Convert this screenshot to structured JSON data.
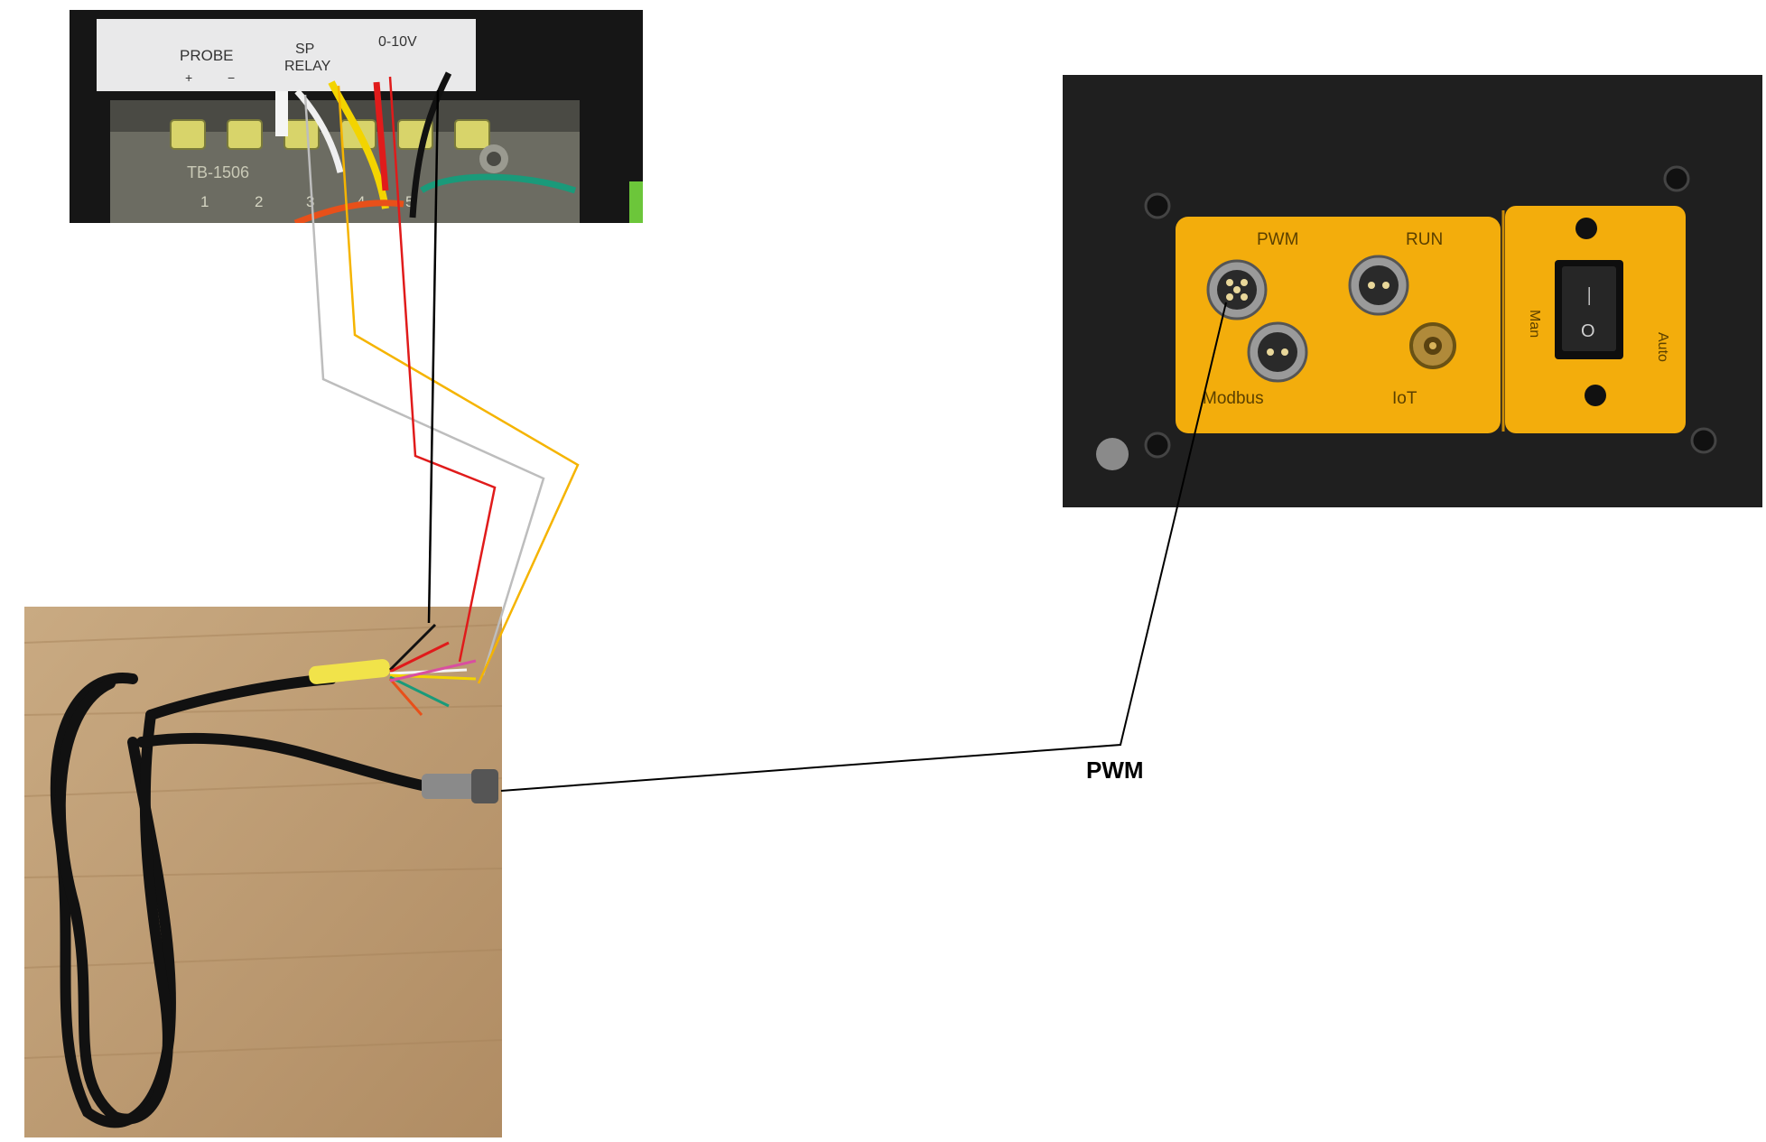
{
  "terminal": {
    "labels": {
      "probe": "PROBE",
      "plus": "+",
      "minus": "−",
      "sp": "SP",
      "relay": "RELAY",
      "volt": "0-10V",
      "model": "TB-1506"
    },
    "numbers": [
      "1",
      "2",
      "3",
      "4",
      "5"
    ]
  },
  "panel": {
    "labels": {
      "pwm": "PWM",
      "run": "RUN",
      "modbus": "Modbus",
      "iot": "IoT",
      "man": "Man",
      "auto": "Auto",
      "switch_on": "—",
      "switch_off": "O"
    },
    "colors": {
      "plate": "#f3ad0c",
      "housing": "#1f1f1f"
    }
  },
  "caption": {
    "pwm": "PWM"
  },
  "wires": [
    {
      "name": "gray-wire",
      "color": "#bdbdbd"
    },
    {
      "name": "yellow-wire",
      "color": "#f5b400"
    },
    {
      "name": "red-wire",
      "color": "#e01b1b"
    },
    {
      "name": "black-wire",
      "color": "#000000"
    },
    {
      "name": "pwm-link",
      "color": "#000000"
    }
  ]
}
